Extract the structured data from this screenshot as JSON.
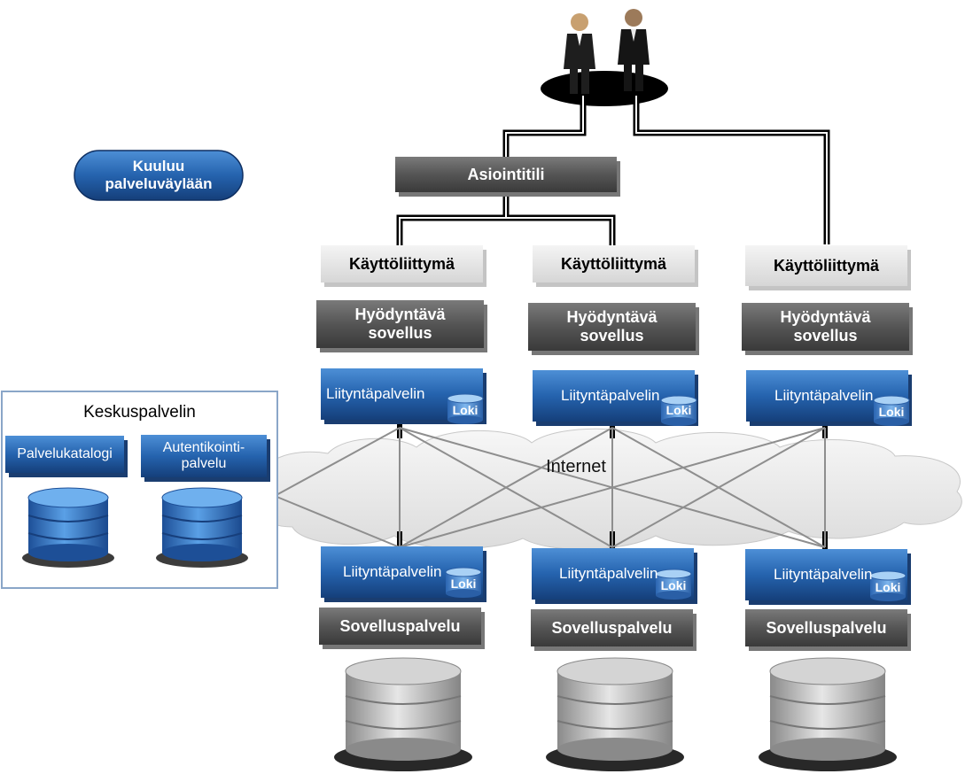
{
  "legend": {
    "label": "Kuuluu\npalveluväylään"
  },
  "account": {
    "label": "Asiointitili"
  },
  "clients": [
    {
      "ui": "Käyttöliittymä",
      "app": "Hyödyntävä\nsovellus",
      "adapter": "Liityntäpalvelin",
      "log": "Loki"
    },
    {
      "ui": "Käyttöliittymä",
      "app": "Hyödyntävä\nsovellus",
      "adapter": "Liityntäpalvelin",
      "log": "Loki"
    },
    {
      "ui": "Käyttöliittymä",
      "app": "Hyödyntävä\nsovellus",
      "adapter": "Liityntäpalvelin",
      "log": "Loki"
    }
  ],
  "network": {
    "label": "Internet"
  },
  "providers": [
    {
      "adapter": "Liityntäpalvelin",
      "log": "Loki",
      "service": "Sovelluspalvelu"
    },
    {
      "adapter": "Liityntäpalvelin",
      "log": "Loki",
      "service": "Sovelluspalvelu"
    },
    {
      "adapter": "Liityntäpalvelin",
      "log": "Loki",
      "service": "Sovelluspalvelu"
    }
  ],
  "central": {
    "title": "Keskuspalvelin",
    "catalog": "Palvelukatalogi",
    "auth": "Autentikointi-\npalvelu"
  },
  "colors": {
    "blue": "#1f5ea8",
    "gray_dark": "#5a5a5a",
    "gray_light": "#e0e0e0",
    "connector": "#000000",
    "mesh": "#9a9a9a"
  }
}
